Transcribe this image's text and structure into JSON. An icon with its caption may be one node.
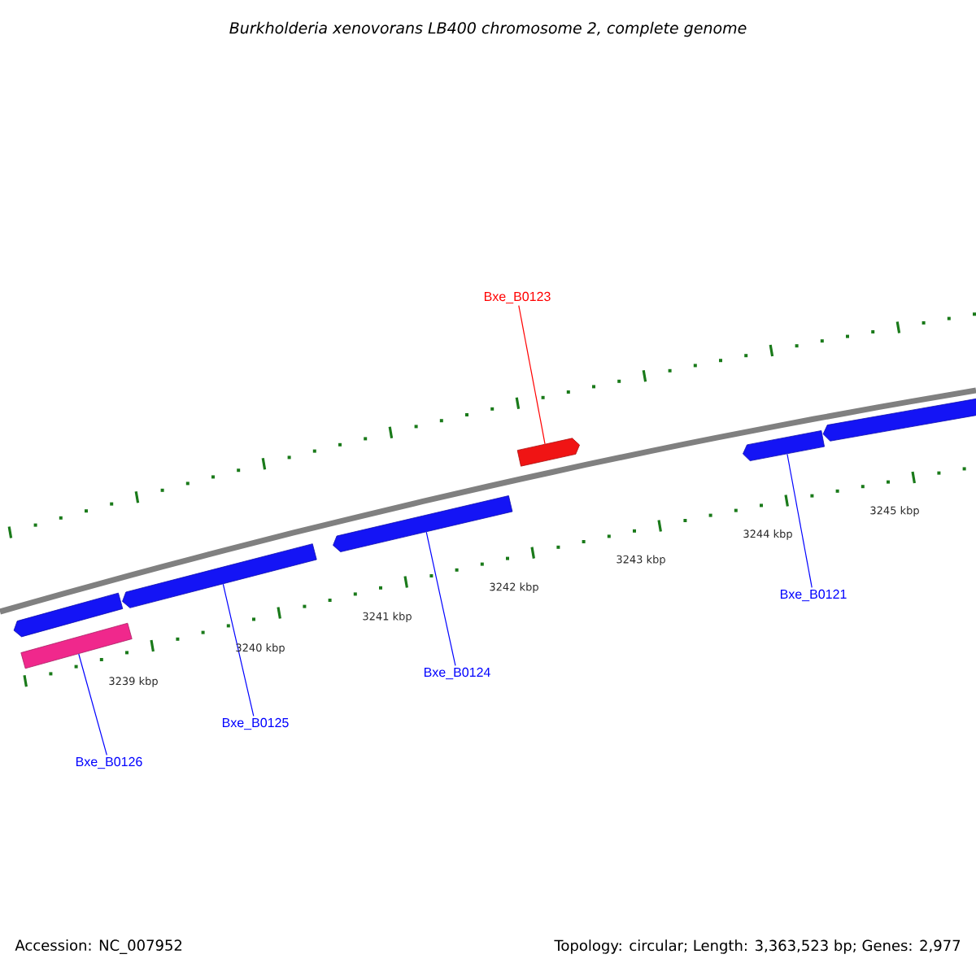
{
  "diagram": {
    "title": "Burkholderia xenovorans LB400 chromosome 2, complete genome",
    "nodes": [
      {
        "text": [
          "Bxe_B0123"
        ]
      },
      {
        "text": [
          "Bxe_B0121"
        ]
      },
      {
        "text": [
          "Bxe_B0124"
        ]
      },
      {
        "text": [
          "Bxe_B0125"
        ]
      },
      {
        "text": [
          "Bxe_B0126"
        ]
      },
      {
        "text": [],
        "shape": "bar"
      },
      {
        "text": [],
        "shape": "arrow"
      },
      {
        "text": [],
        "shape": "arrow"
      },
      {
        "text": [],
        "shape": "arrow"
      },
      {
        "text": [],
        "shape": "arrow"
      },
      {
        "text": [],
        "shape": "arrow"
      },
      {
        "text": [],
        "shape": "arrow"
      }
    ],
    "edges": [
      {
        "from": 0,
        "to": 9,
        "arrow": "none",
        "color": "#ff0000"
      },
      {
        "from": 1,
        "to": 10,
        "arrow": "none"
      },
      {
        "from": 2,
        "to": 8,
        "arrow": "none"
      },
      {
        "from": 3,
        "to": 7,
        "arrow": "none"
      },
      {
        "from": 4,
        "to": 5,
        "arrow": "none"
      }
    ],
    "labels": [
      "3239 kbp",
      "3240 kbp",
      "3241 kbp",
      "3242 kbp",
      "3243 kbp",
      "3244 kbp",
      "3245 kbp",
      "Accession: NC_007952",
      "Topology: circular; Length: 3,363,523 bp; Genes: 2,977"
    ]
  }
}
